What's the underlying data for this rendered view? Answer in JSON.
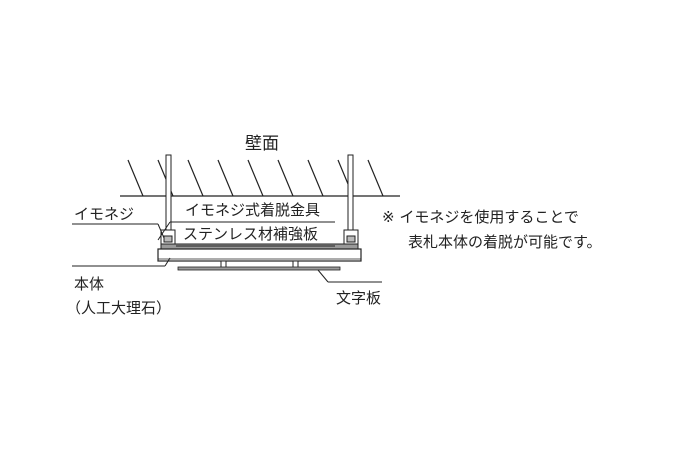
{
  "diagram": {
    "wall_label": "壁面",
    "screw_label": "イモネジ",
    "fitting_label": "イモネジ式着脱金具",
    "plate_label": "ステンレス材補強板",
    "body_label": "本体",
    "body_material_label": "（人工大理石）",
    "letter_plate_label": "文字板",
    "note_line1": "※ イモネジを使用することで",
    "note_line2": "表札本体の着脱が可能です。"
  },
  "colors": {
    "line": "#222222",
    "background": "#ffffff"
  }
}
